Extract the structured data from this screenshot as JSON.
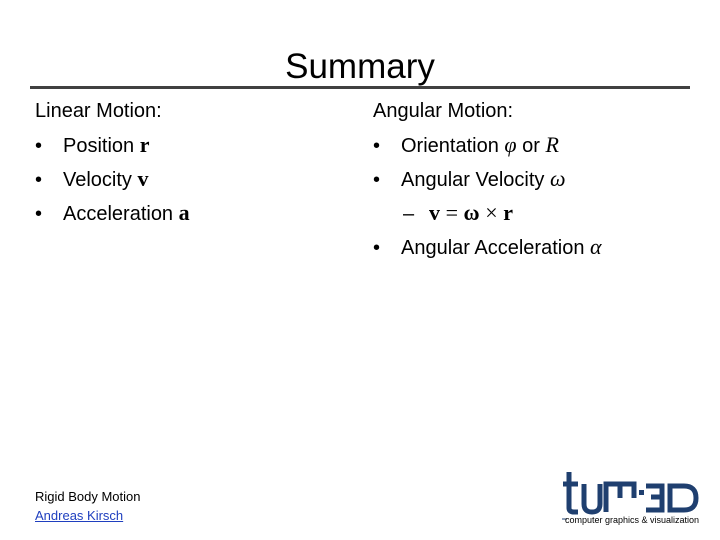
{
  "title": "Summary",
  "left": {
    "heading": "Linear Motion:",
    "items": [
      {
        "bullet": "•",
        "text": "Position",
        "symbol": "r"
      },
      {
        "bullet": "•",
        "text": "Velocity",
        "symbol": "v"
      },
      {
        "bullet": "•",
        "text": "Acceleration",
        "symbol": "a"
      }
    ]
  },
  "right": {
    "heading": "Angular Motion:",
    "orientation": {
      "bullet": "•",
      "text": "Orientation",
      "symbol1": "φ",
      "connector": "or",
      "symbol2": "R"
    },
    "angular_velocity": {
      "bullet": "•",
      "text": "Angular Velocity",
      "symbol": "ω"
    },
    "relation": {
      "dash": "–",
      "lhs": "v",
      "eq": "=",
      "omega": "ω",
      "times": "×",
      "rhs": "r"
    },
    "angular_acceleration": {
      "bullet": "•",
      "text": "Angular Acceleration",
      "symbol": "α"
    }
  },
  "footer": {
    "topic": "Rigid Body Motion",
    "author": "Andreas Kirsch"
  },
  "logo": {
    "main": "tum.3D",
    "subtitle": "computer graphics & visualization",
    "color": "#1f3f6f"
  }
}
